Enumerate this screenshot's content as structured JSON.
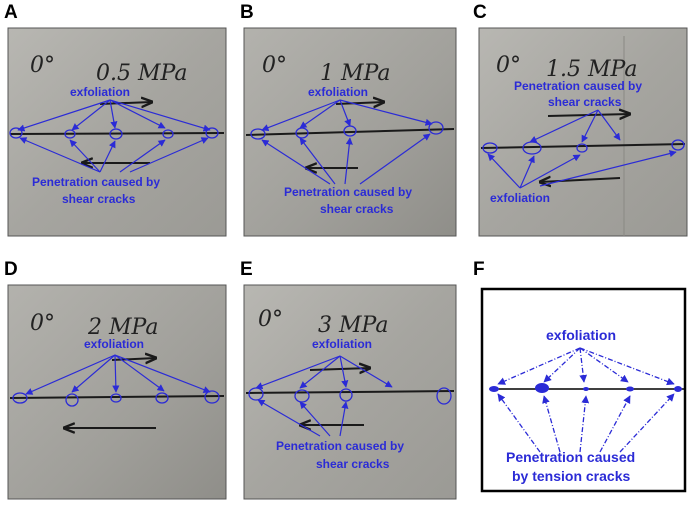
{
  "colors": {
    "annotation_blue": "#2b2bd6",
    "crack_black": "#1a1a1a",
    "specimen_gray": "#a9a8a3"
  },
  "panels": [
    {
      "letter": "A",
      "angle": "0°",
      "pressure": "0.5 MPa",
      "labels": [
        "exfoliation",
        "Penetration caused by",
        "shear cracks"
      ]
    },
    {
      "letter": "B",
      "angle": "0°",
      "pressure": "1 MPa",
      "labels": [
        "exfoliation",
        "Penetration caused by",
        "shear cracks"
      ]
    },
    {
      "letter": "C",
      "angle": "0°",
      "pressure": "1.5 MPa",
      "labels": [
        "Penetration caused by",
        "shear cracks",
        "exfoliation"
      ]
    },
    {
      "letter": "D",
      "angle": "0°",
      "pressure": "2 MPa",
      "labels": [
        "exfoliation"
      ]
    },
    {
      "letter": "E",
      "angle": "0°",
      "pressure": "3 MPa",
      "labels": [
        "exfoliation",
        "Penetration caused by",
        "shear cracks"
      ]
    },
    {
      "letter": "F",
      "labels": [
        "exfoliation",
        "Penetration caused",
        "by tension cracks"
      ]
    }
  ]
}
